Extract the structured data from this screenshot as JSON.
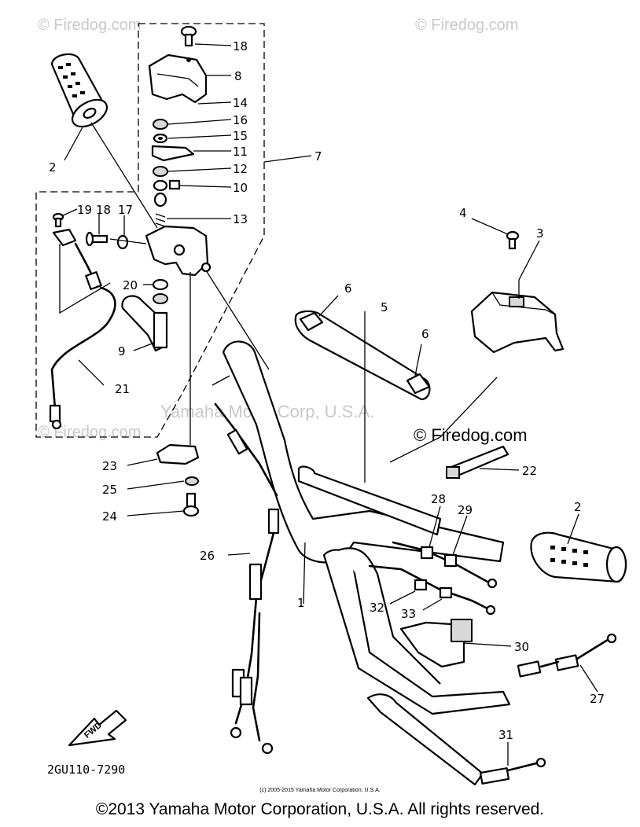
{
  "watermarks": {
    "top_left": "© Firedog.com",
    "top_right": "© Firedog.com",
    "middle_left": "© Firedog.com",
    "middle_right": "© Firedog.com",
    "center": "Yamaha Motor Corp, U.S.A."
  },
  "callouts": {
    "p1": "1",
    "p2a": "2",
    "p2b": "2",
    "p3": "3",
    "p4": "4",
    "p5": "5",
    "p6a": "6",
    "p6b": "6",
    "p7": "7",
    "p8": "8",
    "p9": "9",
    "p10": "10",
    "p11": "11",
    "p12": "12",
    "p13": "13",
    "p14": "14",
    "p15": "15",
    "p16": "16",
    "p17": "17",
    "p18a": "18",
    "p18b": "18",
    "p19": "19",
    "p20": "20",
    "p21": "21",
    "p22": "22",
    "p23": "23",
    "p24": "24",
    "p25": "25",
    "p26": "26",
    "p27": "27",
    "p28": "28",
    "p29": "29",
    "p30": "30",
    "p31": "31",
    "p32": "32",
    "p33": "33"
  },
  "fwd_label": "FWD",
  "drawing_number": "2GU110-7290",
  "small_copyright": "(c) 2005-2015 Yamaha Motor Corporation, U.S.A.",
  "copyright": "©2013 Yamaha Motor Corporation, U.S.A. All rights reserved."
}
